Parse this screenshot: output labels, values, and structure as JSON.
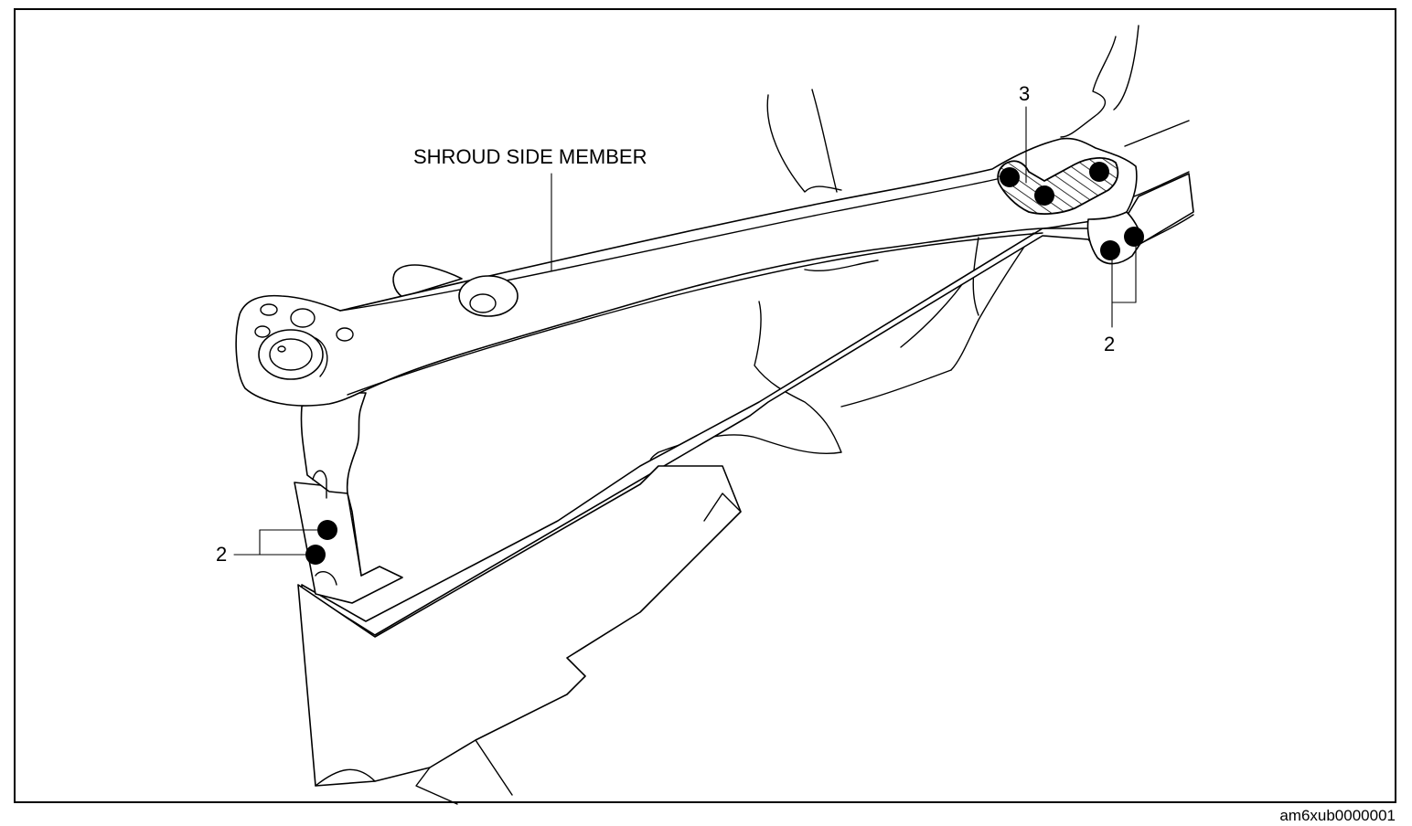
{
  "diagram": {
    "member_label": "SHROUD SIDE MEMBER",
    "callout_2_left": "2",
    "callout_2_right": "2",
    "callout_3": "3",
    "image_code": "am6xub0000001"
  },
  "colors": {
    "ink": "#000000",
    "paper": "#ffffff"
  }
}
